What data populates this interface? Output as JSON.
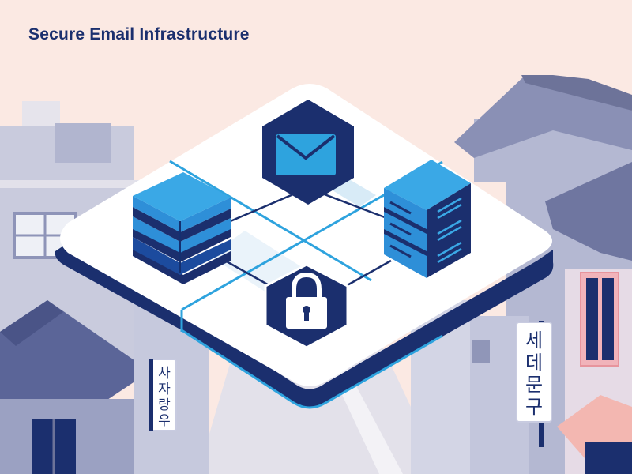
{
  "title": "Secure Email Infrastructure",
  "signs": {
    "left": [
      "사",
      "자",
      "랑",
      "우"
    ],
    "right": [
      "세",
      "데",
      "문",
      "구"
    ]
  },
  "icons": [
    "envelope-icon",
    "database-stack-icon",
    "server-rack-icon",
    "padlock-icon"
  ],
  "colors": {
    "background": "#fbe9e3",
    "navy": "#1b2f6e",
    "accent_blue": "#2ea3de",
    "building": "#a9aecb",
    "roof": "#5b6598"
  }
}
